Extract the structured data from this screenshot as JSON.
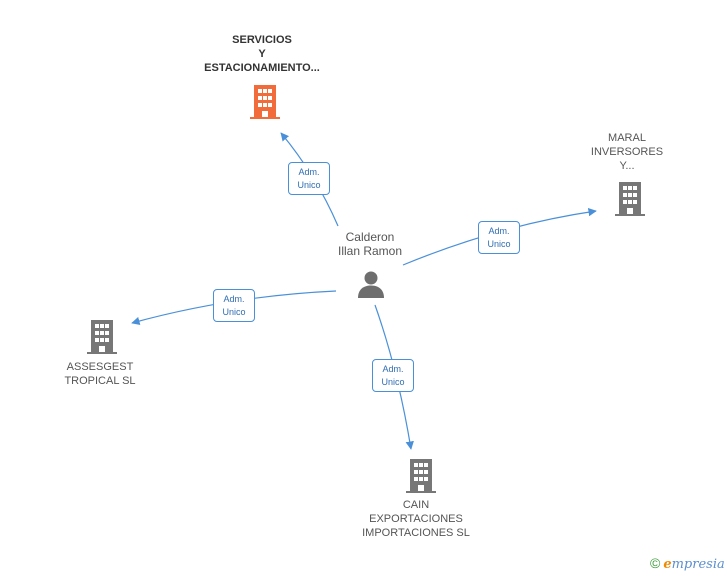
{
  "colors": {
    "accent_company": "#f26c3b",
    "company": "#777777",
    "edge": "#4a90d9",
    "person": "#6e6e6e"
  },
  "person": {
    "name_line1": "Calderon",
    "name_line2": "Illan Ramon",
    "icon": "person-icon"
  },
  "companies": [
    {
      "id": "servicios",
      "lines": [
        "SERVICIOS",
        "Y",
        "ESTACIONAMIENTO..."
      ],
      "highlight": true
    },
    {
      "id": "maral",
      "lines": [
        "MARAL",
        "INVERSORES",
        "Y..."
      ],
      "highlight": false
    },
    {
      "id": "assesgest",
      "lines": [
        "ASSESGEST",
        "TROPICAL SL"
      ],
      "highlight": false
    },
    {
      "id": "cain",
      "lines": [
        "CAIN",
        "EXPORTACIONES",
        "IMPORTACIONES SL"
      ],
      "highlight": false
    }
  ],
  "relations": [
    {
      "to": "servicios",
      "line1": "Adm.",
      "line2": "Unico"
    },
    {
      "to": "maral",
      "line1": "Adm.",
      "line2": "Unico"
    },
    {
      "to": "assesgest",
      "line1": "Adm.",
      "line2": "Unico"
    },
    {
      "to": "cain",
      "line1": "Adm.",
      "line2": "Unico"
    }
  ],
  "footer": {
    "copyright": "©",
    "brand_e": "e",
    "brand_rest": "mpresia"
  }
}
